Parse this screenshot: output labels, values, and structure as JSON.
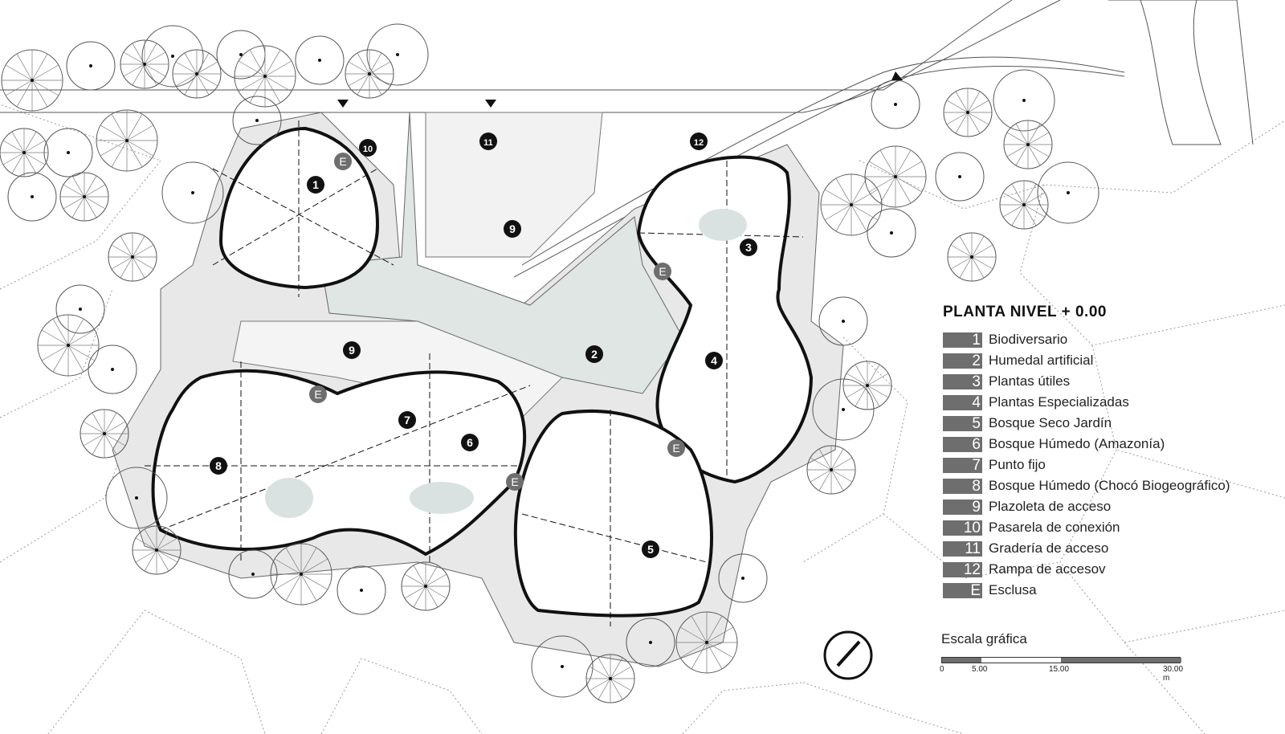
{
  "plan_labels": {
    "n1": "1",
    "n2": "2",
    "n3": "3",
    "n4": "4",
    "n5": "5",
    "n6": "6",
    "n7": "7",
    "n8": "8",
    "n9": "9",
    "n10": "10",
    "n11": "11",
    "n12": "12",
    "e": "E"
  },
  "legend": {
    "title": "PLANTA NIVEL + 0.00",
    "items": [
      {
        "key": "1",
        "label": "Biodiversario"
      },
      {
        "key": "2",
        "label": "Humedal artificial"
      },
      {
        "key": "3",
        "label": "Plantas útiles"
      },
      {
        "key": "4",
        "label": "Plantas Especializadas"
      },
      {
        "key": "5",
        "label": "Bosque Seco Jardín"
      },
      {
        "key": "6",
        "label": "Bosque Húmedo (Amazonía)"
      },
      {
        "key": "7",
        "label": "Punto fijo"
      },
      {
        "key": "8",
        "label": "Bosque Húmedo (Chocó Biogeográfico)"
      },
      {
        "key": "9",
        "label": "Plazoleta de acceso"
      },
      {
        "key": "10",
        "label": "Pasarela de conexión"
      },
      {
        "key": "11",
        "label": "Gradería de acceso"
      },
      {
        "key": "12",
        "label": "Rampa de accesov"
      },
      {
        "key": "E",
        "label": "Esclusa"
      }
    ]
  },
  "scale": {
    "title": "Escala gráfica",
    "ticks": [
      "0",
      "5.00",
      "15.00",
      "30.00 m"
    ]
  },
  "colors": {
    "legend_box": "#6e6e6e",
    "water": "#d9e2e0",
    "paving": "#e6e6e6"
  }
}
